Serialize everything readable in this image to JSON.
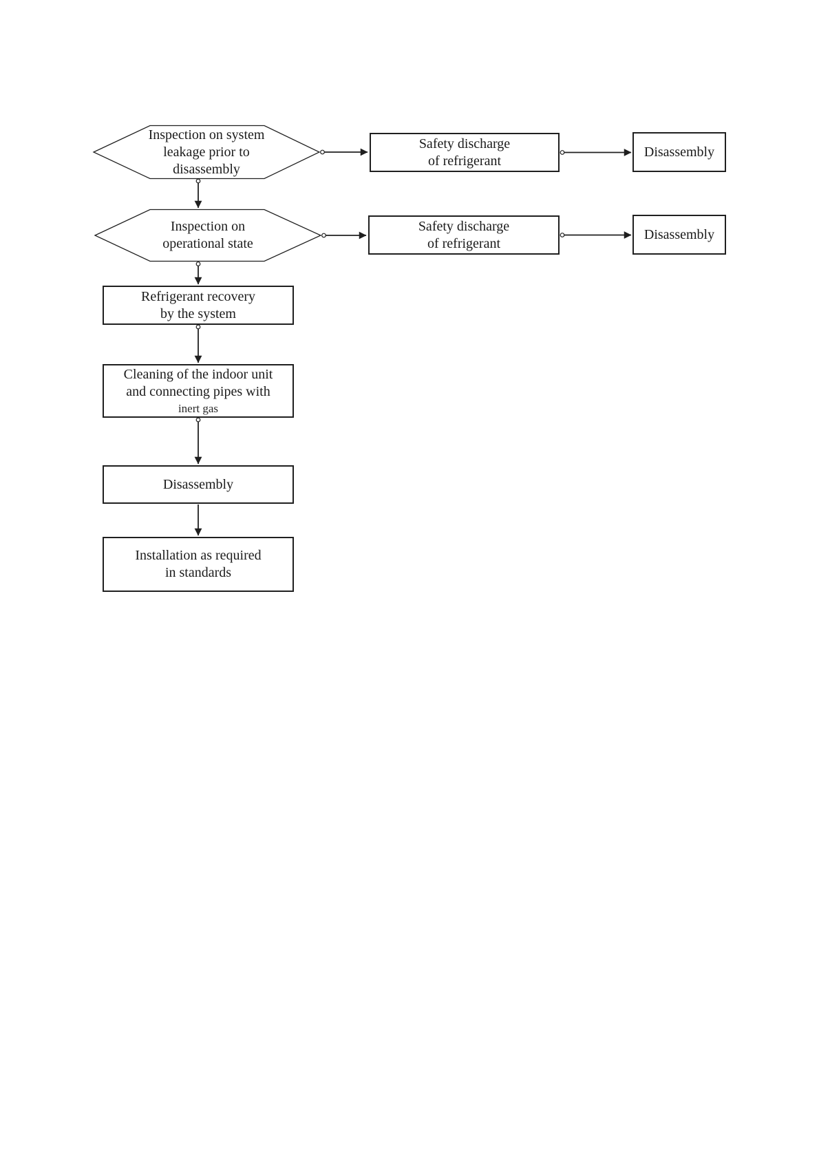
{
  "page": {
    "background": "#ffffff"
  },
  "diagram": {
    "title": "Disassembly procedure flowchart",
    "stroke_color": "#1f1f1f",
    "text_color": "#1b1b1b",
    "nodes": {
      "hex_leakage": {
        "shape": "hexagon",
        "lines": [
          "Inspection on system",
          "leakage prior to",
          "disassembly"
        ]
      },
      "safety_discharge_1": {
        "shape": "rect",
        "lines": [
          "Safety discharge",
          "of refrigerant"
        ]
      },
      "disassembly_1": {
        "shape": "rect",
        "lines": [
          "Disassembly"
        ]
      },
      "hex_operational": {
        "shape": "hexagon",
        "lines": [
          "Inspection on",
          "operational state"
        ]
      },
      "safety_discharge_2": {
        "shape": "rect",
        "lines": [
          "Safety discharge",
          "of refrigerant"
        ]
      },
      "disassembly_2": {
        "shape": "rect",
        "lines": [
          "Disassembly"
        ]
      },
      "refrigerant_recovery": {
        "shape": "rect",
        "lines": [
          "Refrigerant recovery",
          "by the system"
        ]
      },
      "cleaning_inert_gas": {
        "shape": "rect",
        "lines": [
          "Cleaning of the indoor unit",
          "and connecting pipes with",
          "inert gas"
        ]
      },
      "disassembly_3": {
        "shape": "rect",
        "lines": [
          "Disassembly"
        ]
      },
      "installation": {
        "shape": "rect",
        "lines": [
          "Installation as required",
          "in standards"
        ]
      }
    },
    "edges": [
      {
        "from": "hex_leakage",
        "to": "safety_discharge_1"
      },
      {
        "from": "safety_discharge_1",
        "to": "disassembly_1"
      },
      {
        "from": "hex_leakage",
        "to": "hex_operational"
      },
      {
        "from": "hex_operational",
        "to": "safety_discharge_2"
      },
      {
        "from": "safety_discharge_2",
        "to": "disassembly_2"
      },
      {
        "from": "hex_operational",
        "to": "refrigerant_recovery"
      },
      {
        "from": "refrigerant_recovery",
        "to": "cleaning_inert_gas"
      },
      {
        "from": "cleaning_inert_gas",
        "to": "disassembly_3"
      },
      {
        "from": "disassembly_3",
        "to": "installation"
      }
    ]
  }
}
